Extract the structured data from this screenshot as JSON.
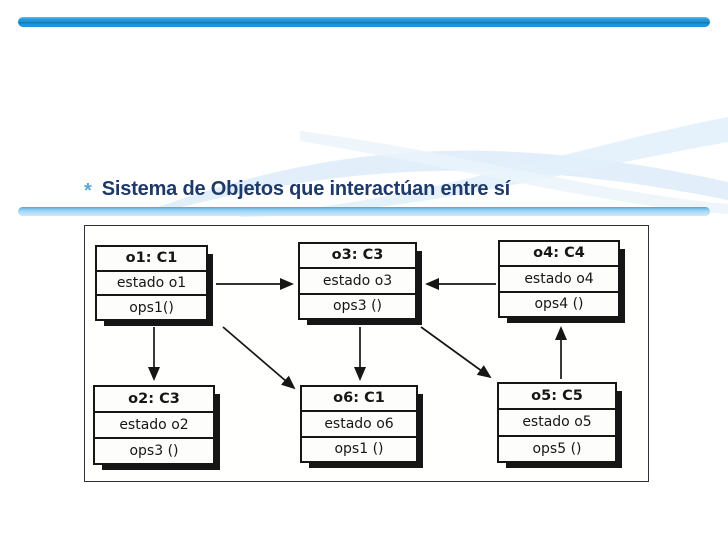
{
  "slide": {
    "bullet": "*",
    "title": "Sistema de Objetos que interactúan entre sí"
  },
  "colors": {
    "top_bar_blue": "#1f93d4",
    "divider_light_blue": "#a9d8f5",
    "title_text_navy": "#1f3a68",
    "bullet_blue": "#5aa7d9",
    "swoosh_light_blue": "#d3e7f7",
    "diagram_ink": "#161616"
  },
  "diagram": {
    "boxes": [
      {
        "id": "o1",
        "title": "o1: C1",
        "estado": "estado o1",
        "ops": "ops1()"
      },
      {
        "id": "o3",
        "title": "o3: C3",
        "estado": "estado o3",
        "ops": "ops3 ()"
      },
      {
        "id": "o4",
        "title": "o4: C4",
        "estado": "estado o4",
        "ops": "ops4 ()"
      },
      {
        "id": "o2",
        "title": "o2: C3",
        "estado": "estado o2",
        "ops": "ops3 ()"
      },
      {
        "id": "o6",
        "title": "o6: C1",
        "estado": "estado o6",
        "ops": "ops1 ()"
      },
      {
        "id": "o5",
        "title": "o5: C5",
        "estado": "estado o5",
        "ops": "ops5 ()"
      }
    ],
    "edges": [
      {
        "from": "o1",
        "to": "o3"
      },
      {
        "from": "o4",
        "to": "o3"
      },
      {
        "from": "o1",
        "to": "o2"
      },
      {
        "from": "o1",
        "to": "o6"
      },
      {
        "from": "o3",
        "to": "o6"
      },
      {
        "from": "o3",
        "to": "o5"
      },
      {
        "from": "o5",
        "to": "o4"
      }
    ]
  }
}
